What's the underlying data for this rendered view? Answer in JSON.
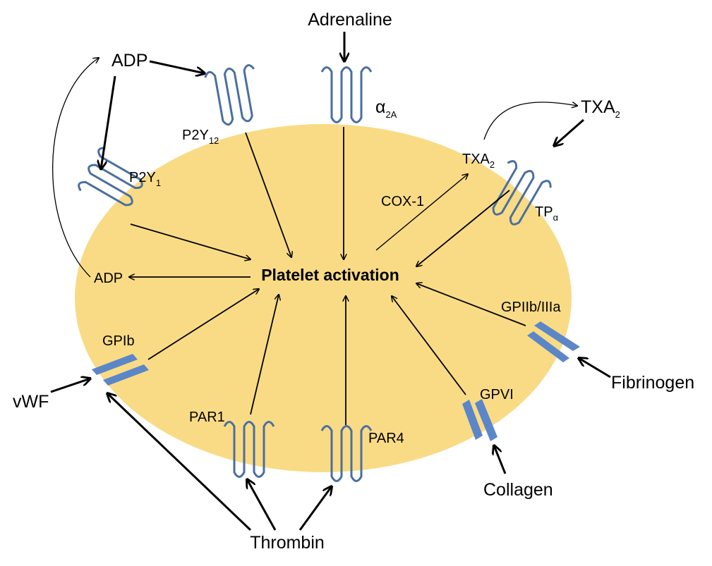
{
  "colors": {
    "cell": "#f9db86",
    "receptor": "#4a6fa0",
    "glycoprotein": "#5b86c8",
    "arrow": "#000000"
  },
  "center": {
    "label": "Platelet activation"
  },
  "external": {
    "adp": "ADP",
    "adrenaline": "Adrenaline",
    "txa": "TXA",
    "txa_sub": "2",
    "fibrinogen": "Fibrinogen",
    "collagen": "Collagen",
    "thrombin": "Thrombin",
    "vwf": "vWF"
  },
  "receptors": {
    "p2y12": {
      "base": "P2Y",
      "sub": "12"
    },
    "p2y1": {
      "base": "P2Y",
      "sub": "1"
    },
    "alpha2a": {
      "base": "α",
      "sub": "2A"
    },
    "tp": {
      "base": "TP",
      "sub": "α"
    },
    "par1": "PAR1",
    "par4": "PAR4",
    "gpib": "GPIb",
    "gpvi": "GPVI",
    "gpiib": "GPIIb/IIIa"
  },
  "internal": {
    "txa": "TXA",
    "txa_sub": "2",
    "cox1": "COX-1",
    "adp": "ADP"
  }
}
